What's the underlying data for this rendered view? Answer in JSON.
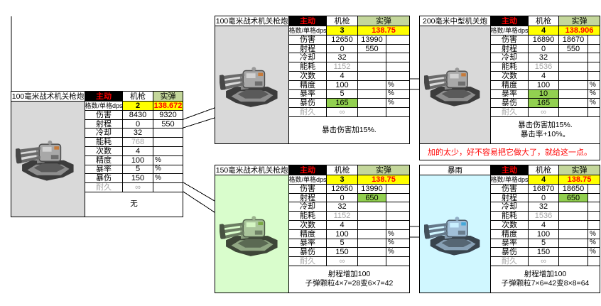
{
  "colors": {
    "highlight_yellow": "#FFFF00",
    "crit_green": "#92D050",
    "ammo_header_green": "#C4D79B",
    "annotation_red": "#FF0000",
    "active_header_bg": "#000000",
    "active_header_text": "#FF0000",
    "image_cell_bg": "#D9D9D9",
    "muted_text": "#A6A6A6"
  },
  "annotation": {
    "text": "加的太少，好不容易把它做大了，就给这一点。"
  },
  "tables": [
    {
      "title": "100毫米战术机关枪炮",
      "turret": "gatling-turret-gray",
      "columns": {
        "active": "主动",
        "gun": "机枪",
        "ammo": "实弹"
      },
      "rows": [
        {
          "label": "格数/单格dps",
          "gun": "2",
          "ammo": "138.672",
          "kind": "dps"
        },
        {
          "label": "伤害",
          "gun": "8430",
          "ammo": "9320"
        },
        {
          "label": "射程",
          "gun": "0",
          "ammo": "550"
        },
        {
          "label": "冷却",
          "gun": "32"
        },
        {
          "label": "能耗",
          "gun": "768",
          "gun_muted": true
        },
        {
          "label": "次数",
          "gun": "4"
        },
        {
          "label": "精度",
          "gun": "100",
          "ammo": "%"
        },
        {
          "label": "暴率",
          "gun": "5",
          "ammo": "%"
        },
        {
          "label": "暴伤",
          "gun": "150",
          "ammo": "%"
        },
        {
          "label": "耐久",
          "gun": "∞",
          "muted": true
        }
      ],
      "notes": [
        "无"
      ]
    },
    {
      "title": "100毫米战术机关枪炮",
      "turret": "gatling-turret-gray",
      "columns": {
        "active": "主动",
        "gun": "机枪",
        "ammo": "实弹"
      },
      "rows": [
        {
          "label": "格数/单格dps",
          "gun": "3",
          "ammo": "138.75",
          "kind": "dps"
        },
        {
          "label": "伤害",
          "gun": "12650",
          "ammo": "13990"
        },
        {
          "label": "射程",
          "gun": "0",
          "ammo": "550"
        },
        {
          "label": "冷却",
          "gun": "32"
        },
        {
          "label": "能耗",
          "gun": "1152",
          "gun_muted": true
        },
        {
          "label": "次数",
          "gun": "4"
        },
        {
          "label": "精度",
          "gun": "100",
          "pct": "%"
        },
        {
          "label": "暴率",
          "gun": "5",
          "pct": "%"
        },
        {
          "label": "暴伤",
          "gun": "165",
          "pct": "%",
          "gun_bg": "green"
        },
        {
          "label": "耐久",
          "gun": "∞",
          "muted": true
        }
      ],
      "notes": [
        "暴击伤害加15%."
      ]
    },
    {
      "title": "200毫米中型机关炮",
      "turret": "gatling-turret-gray",
      "columns": {
        "active": "主动",
        "gun": "机枪",
        "ammo": "实弹"
      },
      "rows": [
        {
          "label": "格数/单格dps",
          "gun": "4",
          "ammo": "138.906",
          "kind": "dps"
        },
        {
          "label": "伤害",
          "gun": "16890",
          "ammo": "18670"
        },
        {
          "label": "射程",
          "gun": "0",
          "ammo": "550"
        },
        {
          "label": "冷却",
          "gun": "32"
        },
        {
          "label": "能耗",
          "gun": "1536",
          "gun_muted": true
        },
        {
          "label": "次数",
          "gun": "4"
        },
        {
          "label": "精度",
          "gun": "100",
          "pct": "%"
        },
        {
          "label": "暴率",
          "gun": "10",
          "pct": "%",
          "gun_bg": "green"
        },
        {
          "label": "暴伤",
          "gun": "165",
          "pct": "%",
          "gun_bg": "green"
        },
        {
          "label": "耐久",
          "gun": "∞",
          "muted": true
        }
      ],
      "notes": [
        "暴击伤害加15%.",
        "暴击率+10%。"
      ]
    },
    {
      "title": "150毫米战术机关枪炮",
      "turret": "gatling-turret-green",
      "columns": {
        "active": "主动",
        "gun": "机枪",
        "ammo": "实弹"
      },
      "rows": [
        {
          "label": "格数/单格dps",
          "gun": "3",
          "ammo": "138.75",
          "kind": "dps"
        },
        {
          "label": "伤害",
          "gun": "12650",
          "ammo": "13990"
        },
        {
          "label": "射程",
          "gun": "0",
          "ammo": "650",
          "ammo_bg": "green"
        },
        {
          "label": "冷却",
          "gun": "32"
        },
        {
          "label": "能耗",
          "gun": "1152",
          "gun_muted": true
        },
        {
          "label": "次数",
          "gun": "4"
        },
        {
          "label": "精度",
          "gun": "100",
          "pct": "%"
        },
        {
          "label": "暴率",
          "gun": "5",
          "pct": "%"
        },
        {
          "label": "暴伤",
          "gun": "150",
          "pct": "%"
        },
        {
          "label": "耐久",
          "gun": "∞",
          "muted": true
        }
      ],
      "notes": [
        "射程增加100",
        "子弹颗粒4×7=28变6×7=42"
      ]
    },
    {
      "title": "暴雨",
      "turret": "gatling-turret-blue",
      "columns": {
        "active": "主动",
        "gun": "机枪",
        "ammo": "实弹"
      },
      "rows": [
        {
          "label": "格数/单格dps",
          "gun": "4",
          "ammo": "138.75",
          "kind": "dps"
        },
        {
          "label": "伤害",
          "gun": "16870",
          "ammo": "18650"
        },
        {
          "label": "射程",
          "gun": "0",
          "ammo": "650",
          "ammo_bg": "green"
        },
        {
          "label": "冷却",
          "gun": "32"
        },
        {
          "label": "能耗",
          "gun": "1536",
          "gun_muted": true
        },
        {
          "label": "次数",
          "gun": "4"
        },
        {
          "label": "精度",
          "gun": "100",
          "pct": "%"
        },
        {
          "label": "暴率",
          "gun": "5",
          "pct": "%"
        },
        {
          "label": "暴伤",
          "gun": "150",
          "pct": "%"
        },
        {
          "label": "耐久",
          "gun": "∞",
          "muted": true
        }
      ],
      "notes": [
        "射程增加100",
        "子弹颗粒7×6=42变8×8=64"
      ]
    }
  ]
}
